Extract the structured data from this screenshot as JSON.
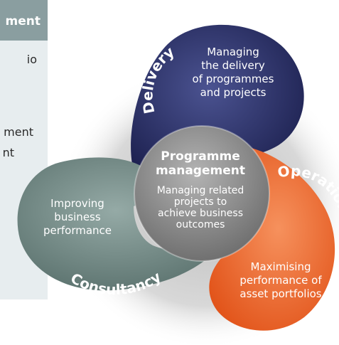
{
  "side_panel": {
    "header": "ment",
    "lines": [
      "io",
      "ment",
      "nt"
    ]
  },
  "center": {
    "title_lines": [
      "Programme",
      "management"
    ],
    "desc_lines": [
      "Managing related",
      "projects to",
      "achieve business",
      "outcomes"
    ]
  },
  "delivery": {
    "label": "Delivery",
    "desc_lines": [
      "Managing",
      "the delivery",
      "of programmes",
      "and projects"
    ]
  },
  "operations": {
    "label": "Operations",
    "desc_lines": [
      "Maximising",
      "performance of",
      "asset portfolios"
    ]
  },
  "consultancy": {
    "label": "Consultancy",
    "desc_lines": [
      "Improving",
      "business",
      "performance"
    ]
  },
  "colors": {
    "delivery": "#262b5e",
    "operations": "#ee6424",
    "consultancy": "#6f8783",
    "center": "#8a8a8a",
    "shadow": "#c9c9c9",
    "panel": "#e7edef",
    "panel_header": "#8a9ea0"
  }
}
